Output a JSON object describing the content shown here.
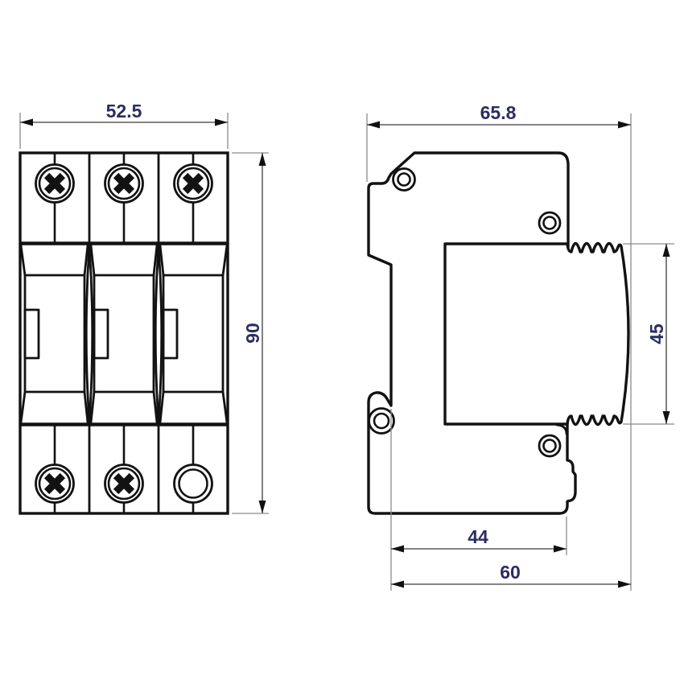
{
  "drawing": {
    "view_count": 2
  },
  "dimensions": {
    "front_width": "52.5",
    "front_height": "90",
    "overall_depth": "65.8",
    "module_depth": "45",
    "base_depth": "44",
    "mounting_depth": "60"
  },
  "colors": {
    "line": "#121212",
    "dimension_text": "#2c2d5f",
    "dimension_line": "#3a3a3a",
    "extension_line": "#8c8c8c",
    "background": "#ffffff"
  }
}
